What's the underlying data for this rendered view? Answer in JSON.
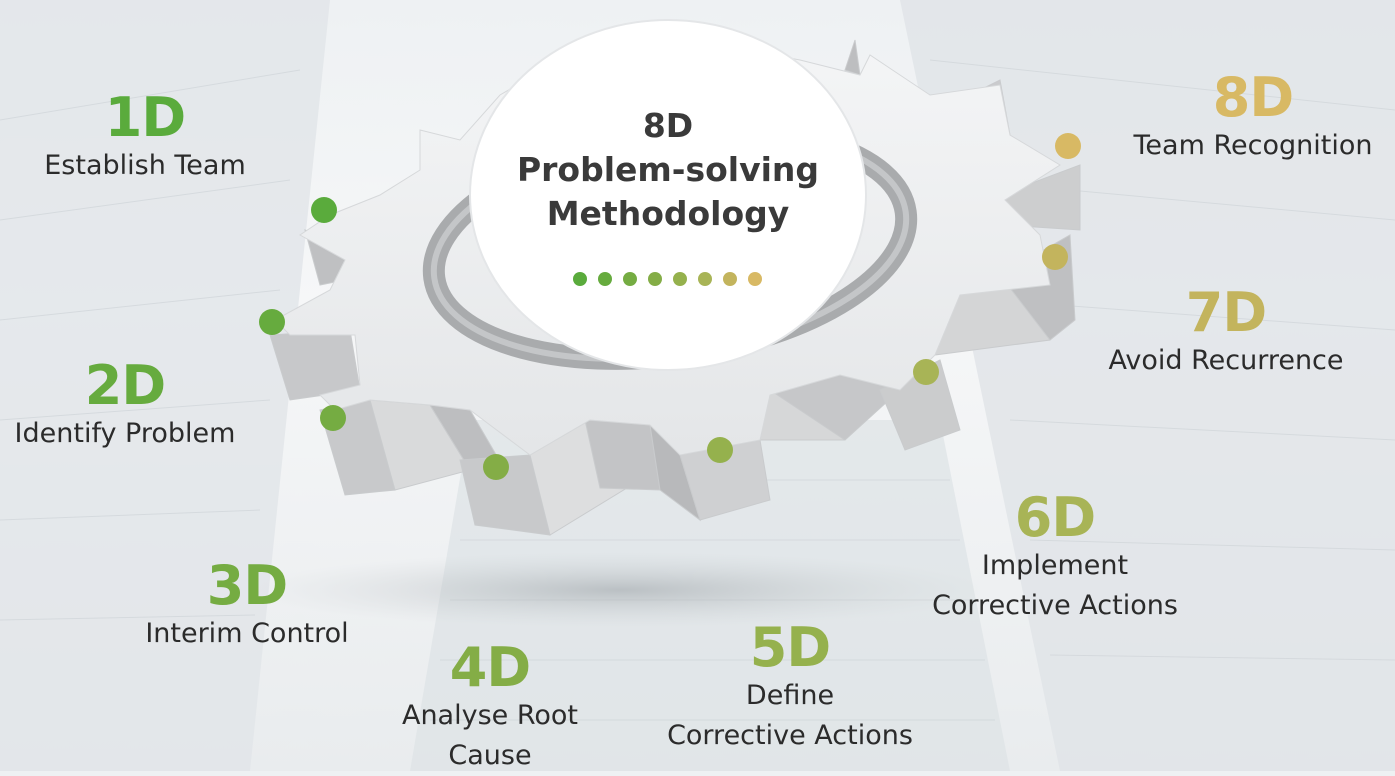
{
  "title": "8D\nProblem-solving\nMethodology",
  "colors": {
    "d1": "#5aab3c",
    "d2": "#66ab3e",
    "d3": "#75ac42",
    "d4": "#84ad46",
    "d5": "#95b14d",
    "d6": "#a8b456",
    "d7": "#c3b45d",
    "d8": "#d8b964",
    "text": "#2b2b2b"
  },
  "steps": [
    {
      "num": "1D",
      "text": "Establish Team"
    },
    {
      "num": "2D",
      "text": "Identify Problem"
    },
    {
      "num": "3D",
      "text": "Interim Control"
    },
    {
      "num": "4D",
      "text": "Analyse Root\nCause"
    },
    {
      "num": "5D",
      "text": "Define\nCorrective Actions"
    },
    {
      "num": "6D",
      "text": "Implement\nCorrective Actions"
    },
    {
      "num": "7D",
      "text": "Avoid Recurrence"
    },
    {
      "num": "8D",
      "text": "Team Recognition"
    }
  ]
}
